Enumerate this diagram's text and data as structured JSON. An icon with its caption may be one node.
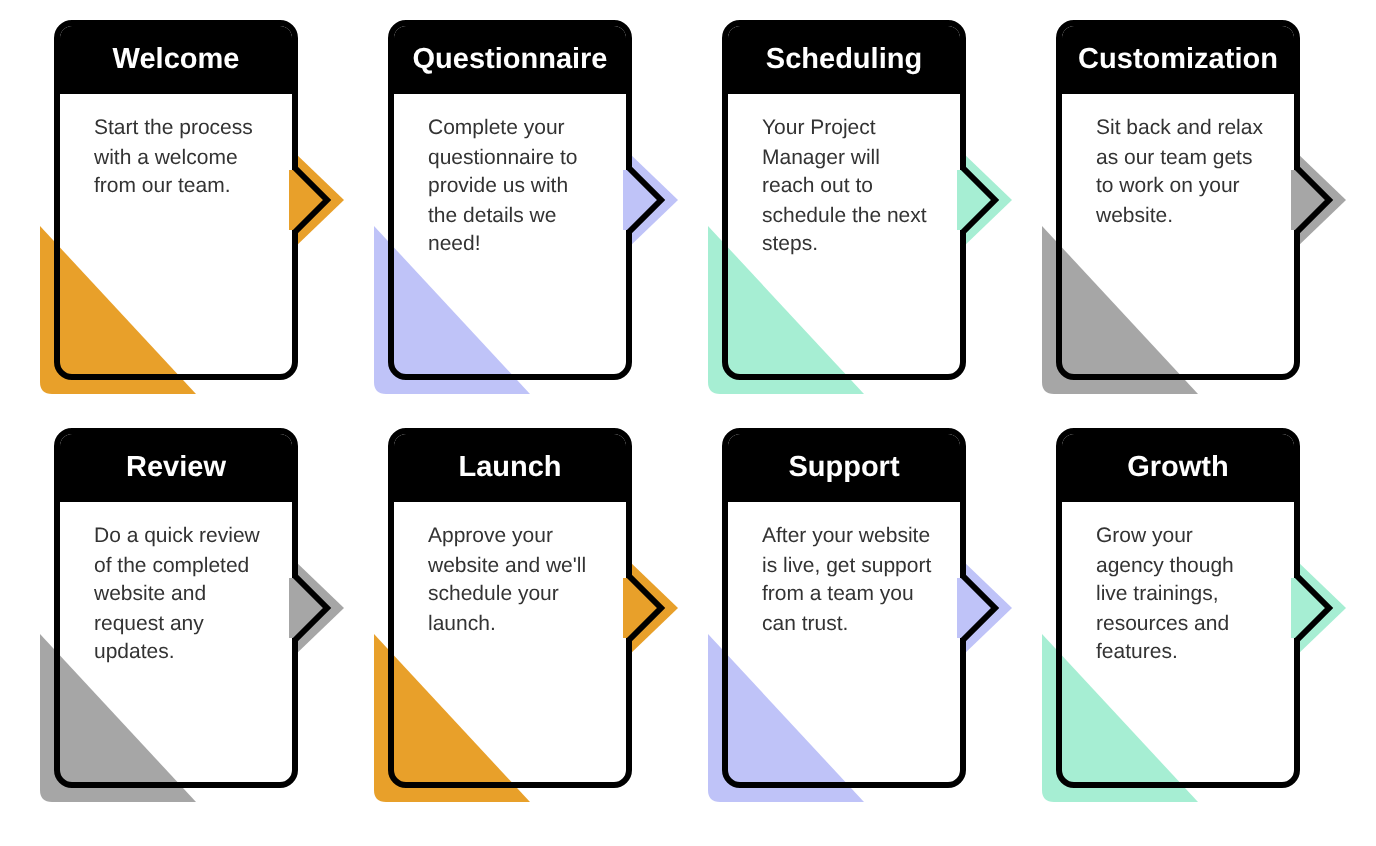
{
  "diagram": {
    "nodes": [
      {
        "text": [
          "Welcome",
          "Start the process with a welcome from our team."
        ]
      },
      {
        "text": [
          "Questionnaire",
          "Complete your questionnaire to provide us with the details we need!"
        ]
      },
      {
        "text": [
          "Scheduling",
          "Your Project Manager will reach out to schedule the next steps."
        ]
      },
      {
        "text": [
          "Customization",
          "Sit back and relax as our team gets to work on your website."
        ]
      },
      {
        "text": [
          "Review",
          "Do a quick review of the completed website and request any updates."
        ]
      },
      {
        "text": [
          "Launch",
          "Approve your website and we'll schedule your launch."
        ]
      },
      {
        "text": [
          "Support",
          "After your website is live, get support from a team you can trust."
        ]
      },
      {
        "text": [
          "Growth",
          "Grow your agency though live trainings, resources and features."
        ]
      }
    ],
    "edges": [
      {
        "from": 0,
        "to": null,
        "arrow": "to"
      },
      {
        "from": 1,
        "to": null,
        "arrow": "to"
      },
      {
        "from": 2,
        "to": null,
        "arrow": "to"
      },
      {
        "from": 3,
        "to": null,
        "arrow": "to"
      },
      {
        "from": 4,
        "to": null,
        "arrow": "to"
      },
      {
        "from": 5,
        "to": null,
        "arrow": "to"
      },
      {
        "from": 6,
        "to": null,
        "arrow": "to"
      },
      {
        "from": 7,
        "to": null,
        "arrow": "to"
      }
    ]
  }
}
